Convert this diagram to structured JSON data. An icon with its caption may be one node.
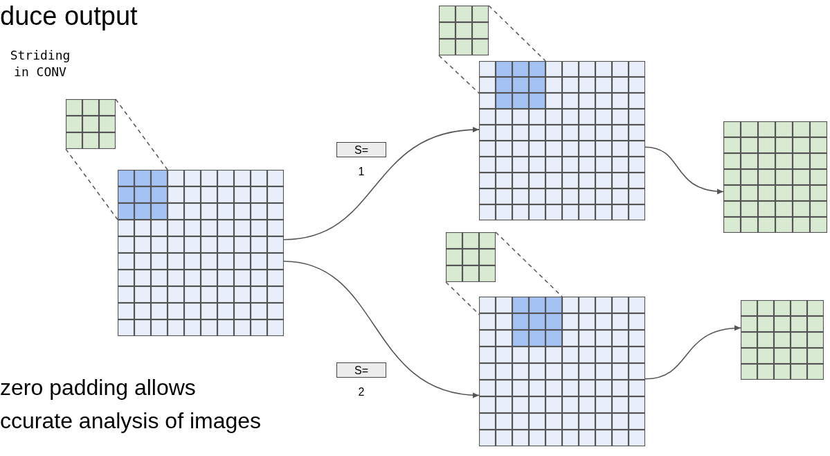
{
  "diagram": {
    "nodes": [
      {
        "text": [],
        "shape": "box"
      },
      {
        "text": [],
        "shape": "box"
      },
      {
        "text": [],
        "shape": "box"
      },
      {
        "text": [],
        "shape": "box"
      },
      {
        "text": [],
        "shape": "box"
      }
    ],
    "edges": [
      {
        "from": 0,
        "to": 1,
        "arrow": "to"
      },
      {
        "from": 0,
        "to": 3,
        "arrow": "to"
      },
      {
        "from": 1,
        "to": 2,
        "arrow": "to"
      },
      {
        "from": 3,
        "to": 4,
        "arrow": "to"
      }
    ],
    "labels": [
      "duce output",
      "Striding in CONV",
      "S=",
      "1",
      "S=",
      "2",
      "zero padding allows ccurate analysis of images"
    ]
  }
}
